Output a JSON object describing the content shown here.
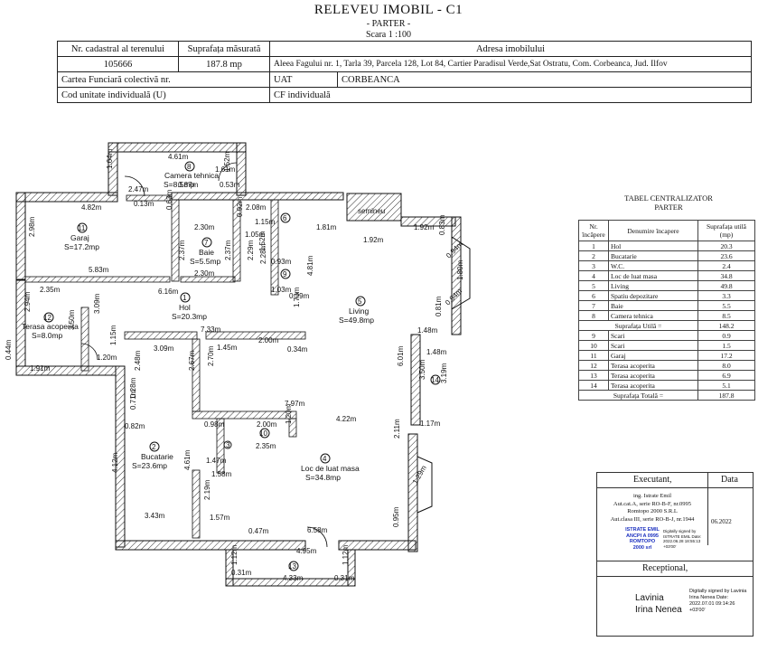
{
  "header": {
    "title": "RELEVEU IMOBIL - C1",
    "subtitle": "- PARTER -",
    "scale": "Scara 1 :100"
  },
  "info_table": {
    "nr_cadastral_label": "Nr. cadastral al terenului",
    "nr_cadastral_value": "105666",
    "suprafata_label": "Suprafața măsurată",
    "suprafata_value": "187.8 mp",
    "adresa_label": "Adresa imobilului",
    "adresa_value": "Aleea Fagului nr. 1, Tarla 39, Parcela 128, Lot 84, Cartier Paradisul Verde,Sat Ostratu, Com. Corbeanca, Jud. Ilfov",
    "carte_label": "Cartea Funciară colectivă nr.",
    "uat_label": "UAT",
    "uat_value": "CORBEANCA",
    "cod_label": "Cod unitate individuală (U)",
    "cf_label": "CF individuală"
  },
  "rooms": [
    {
      "num": "1",
      "name": "Hol",
      "area": "S=20.3mp"
    },
    {
      "num": "2",
      "name": "Bucatarie",
      "area": "S=23.6mp"
    },
    {
      "num": "3",
      "name": "",
      "area": ""
    },
    {
      "num": "4",
      "name": "Loc de luat masa",
      "area": "S=34.8mp"
    },
    {
      "num": "5",
      "name": "Living",
      "area": "S=49.8mp"
    },
    {
      "num": "6",
      "name": "",
      "area": ""
    },
    {
      "num": "7",
      "name": "Baie",
      "area": "S=5.5mp"
    },
    {
      "num": "8",
      "name": "Camera tehnica",
      "area": "S=8.5mp"
    },
    {
      "num": "9",
      "name": "",
      "area": ""
    },
    {
      "num": "10",
      "name": "",
      "area": ""
    },
    {
      "num": "11",
      "name": "Garaj",
      "area": "S=17.2mp"
    },
    {
      "num": "12",
      "name": "Terasa acoperita",
      "area": "S=8.0mp"
    },
    {
      "num": "13",
      "name": "",
      "area": ""
    },
    {
      "num": "14",
      "name": "",
      "area": ""
    }
  ],
  "fireplace_label": "semineu",
  "dimensions": [
    "4.61m",
    "1.64m",
    "1.61m",
    "2.47m",
    "0.87m",
    "0.53m",
    "0.63m",
    "1.52m",
    "0.13m",
    "4.82m",
    "2.98m",
    "5.83m",
    "2.30m",
    "2.37m",
    "2.37m",
    "2.30m",
    "2.08m",
    "1.15m",
    "0.92m",
    "1.05m",
    "1.52m",
    "2.29m",
    "2.28m",
    "0.93m",
    "1.03m",
    "1.81m",
    "1.92m",
    "1.92m",
    "0.83m",
    "0.94m",
    "1.80m",
    "0.94m",
    "2.35m",
    "6.16m",
    "2.94m",
    "3.09m",
    "3.50m",
    "7.33m",
    "1.73m",
    "4.81m",
    "0.29m",
    "1.20m",
    "1.15m",
    "0.44m",
    "1.91m",
    "3.09m",
    "1.45m",
    "2.00m",
    "0.34m",
    "1.48m",
    "1.48m",
    "0.81m",
    "2.48m",
    "2.67m",
    "2.70m",
    "0.28m",
    "0.71m",
    "6.01m",
    "3.50m",
    "3.19m",
    "7.97m",
    "4.22m",
    "0.98m",
    "2.00m",
    "1.20m",
    "2.35m",
    "1.17m",
    "1.47m",
    "1.58m",
    "4.12m",
    "4.61m",
    "2.19m",
    "2.11m",
    "1.29m",
    "3.43m",
    "1.57m",
    "0.47m",
    "6.58m",
    "0.95m",
    "4.95m",
    "4.33m",
    "0.31m",
    "0.31m",
    "1.12m",
    "1.12m",
    "0.82m"
  ],
  "central_table": {
    "title": "TABEL CENTRALIZATOR",
    "subtitle": "PARTER",
    "headers": [
      "Nr. încăpere",
      "Denumire încapere",
      "Suprafața utilă (mp)"
    ],
    "rows": [
      [
        "1",
        "Hol",
        "20.3"
      ],
      [
        "2",
        "Bucatarie",
        "23.6"
      ],
      [
        "3",
        "W.C.",
        "2.4"
      ],
      [
        "4",
        "Loc de luat masa",
        "34.8"
      ],
      [
        "5",
        "Living",
        "49.8"
      ],
      [
        "6",
        "Spatiu depozitare",
        "3.3"
      ],
      [
        "7",
        "Baie",
        "5.5"
      ],
      [
        "8",
        "Camera tehnica",
        "8.5"
      ]
    ],
    "util_label": "Suprafața Utilă  =",
    "util_value": "148.2",
    "rows2": [
      [
        "9",
        "Scari",
        "0.9"
      ],
      [
        "10",
        "Scari",
        "1.5"
      ],
      [
        "11",
        "Garaj",
        "17.2"
      ],
      [
        "12",
        "Terasa acoperita",
        "8.0"
      ],
      [
        "13",
        "Terasa acoperita",
        "6.9"
      ],
      [
        "14",
        "Terasa acoperita",
        "5.1"
      ]
    ],
    "total_label": "Suprafața Totală =",
    "total_value": "187.8"
  },
  "executant": {
    "label": "Executant,",
    "data_label": "Data",
    "line1": "ing. Istrate Emil",
    "line2": "Aut.cat.A, serie RO-B-F, nr.0995",
    "line3": "Romtopo 2000 S.R.L",
    "line4": "Aut.clasa III, serie RO-B-J, nr.1944",
    "date": "06.2022",
    "stamp_name": "ISTRATE EMIL",
    "stamp_code": "ANCPI A 0995",
    "stamp_firm": "ROMTOPO 2000 srl",
    "digital": "Digitally signed by ISTRATE EMIL Date: 2022.06.28 18:55:13 +03'00'"
  },
  "receptional": {
    "label": "Receptional,",
    "name1": "Lavinia",
    "name2": "Irina Nenea",
    "digital": "Digitally signed by Lavinia Irina Nenea Date: 2022.07.01 09:14:26 +03'00'"
  }
}
